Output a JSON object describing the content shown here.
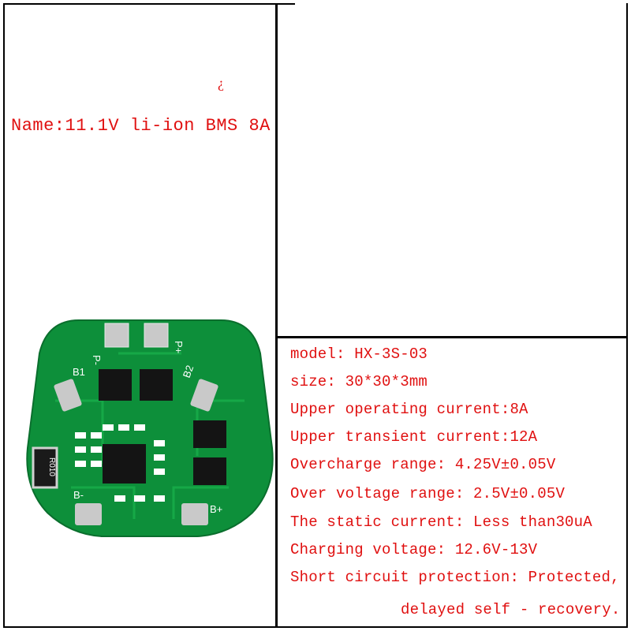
{
  "left_panel": {
    "mark": "¿",
    "name_line": "Name:11.1V li-ion BMS 8A"
  },
  "board": {
    "pad_labels": {
      "p_minus": "P-",
      "p_plus": "P+",
      "b1": "B1",
      "b2": "B2",
      "b_minus": "B-",
      "b_plus": "B+"
    },
    "resistor_marking": "R010",
    "colors": {
      "board": "#0d8f3a",
      "trace": "#16a847",
      "pad": "#c9c9c9",
      "chip": "#141414"
    }
  },
  "specs": [
    "model: HX-3S-03",
    "size:  30*30*3mm",
    "Upper operating current:8A",
    "Upper transient current:12A",
    "Overcharge range: 4.25V±0.05V",
    "Over voltage range: 2.5V±0.05V",
    "The static current: Less than30uA",
    "Charging voltage: 12.6V-13V",
    "Short circuit protection: Protected,",
    "delayed self - recovery."
  ],
  "colors": {
    "text": "#e01010",
    "frame": "#000000"
  }
}
